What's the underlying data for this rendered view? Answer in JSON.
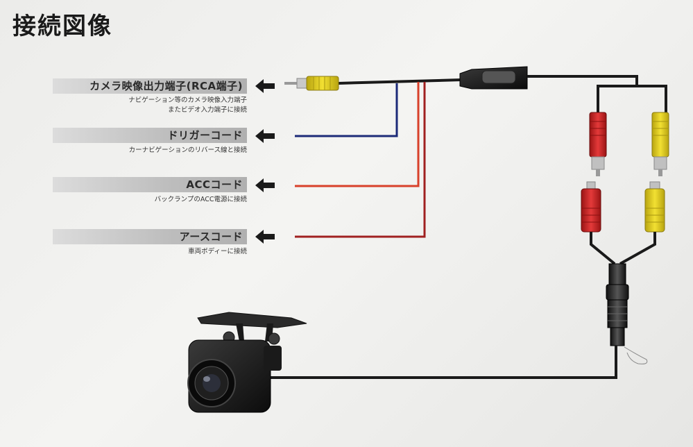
{
  "title": "接続図像",
  "connections": [
    {
      "label": "カメラ映像出力端子(RCA端子)",
      "desc_lines": [
        "ナビゲーション等のカメラ映像入力端子",
        "またビデオ入力端子に接続"
      ],
      "wire_color": "#222222"
    },
    {
      "label": "ドリガーコード",
      "desc_lines": [
        "カーナビゲーションのリバース線と接続"
      ],
      "wire_color": "#1c2a78"
    },
    {
      "label": "ACCコード",
      "desc_lines": [
        "バックランプのACC電源に接続"
      ],
      "wire_color": "#d8402a"
    },
    {
      "label": "アースコード",
      "desc_lines": [
        "車両ボディーに接続"
      ],
      "wire_color": "#a02020"
    }
  ],
  "colors": {
    "rca_yellow": "#e6d21e",
    "power_red": "#d42a2a",
    "cable_black": "#1a1a1a"
  },
  "icons": [
    "arrow-left-icon",
    "rca-plug-icon",
    "camera-icon",
    "connector-icon"
  ]
}
